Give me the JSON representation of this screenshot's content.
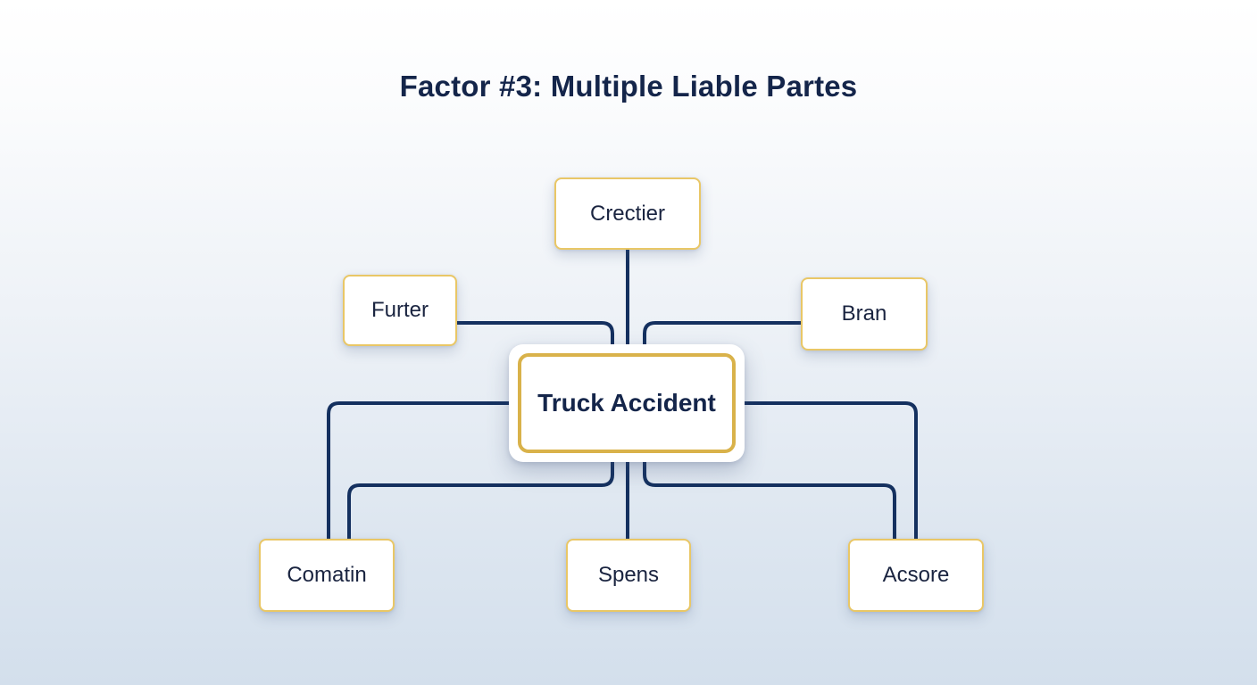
{
  "title": "Factor #3: Multiple Liable Partes",
  "center_node": {
    "label": "Truck Accident"
  },
  "nodes": [
    {
      "id": "crectier",
      "label": "Crectier"
    },
    {
      "id": "furter",
      "label": "Furter"
    },
    {
      "id": "bran",
      "label": "Bran"
    },
    {
      "id": "comatin",
      "label": "Comatin"
    },
    {
      "id": "spens",
      "label": "Spens"
    },
    {
      "id": "acsore",
      "label": "Acsore"
    }
  ],
  "colors": {
    "connector": "#14305f",
    "node_border": "#e9c766",
    "hub_border": "#d9b24a",
    "title_text": "#14254a"
  }
}
